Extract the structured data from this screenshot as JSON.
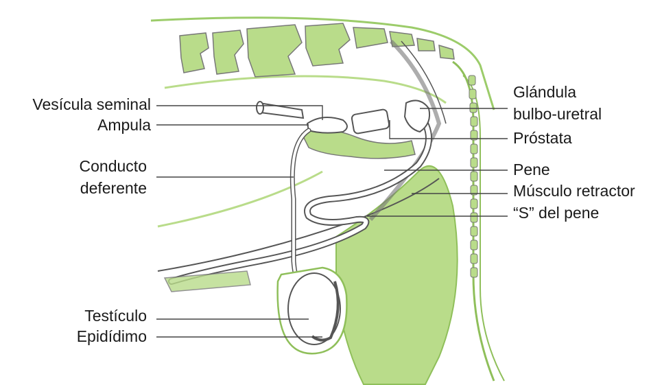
{
  "labels": {
    "left": {
      "vesicula_seminal": "Vesícula seminal",
      "ampula": "Ampula",
      "conducto_line1": "Conducto",
      "conducto_line2": "deferente",
      "testiculo": "Testículo",
      "epididimo": "Epidídimo"
    },
    "right": {
      "glandula_line1": "Glándula",
      "glandula_line2": "bulbo-uretral",
      "prostata": "Próstata",
      "pene": "Pene",
      "musculo": "Músculo retractor",
      "s_del_pene": "“S” del pene"
    }
  },
  "colors": {
    "tissue_green": "#b9dc8a",
    "dark_green": "#8fbf5a",
    "outline": "#555555",
    "text": "#1a1a1a"
  }
}
